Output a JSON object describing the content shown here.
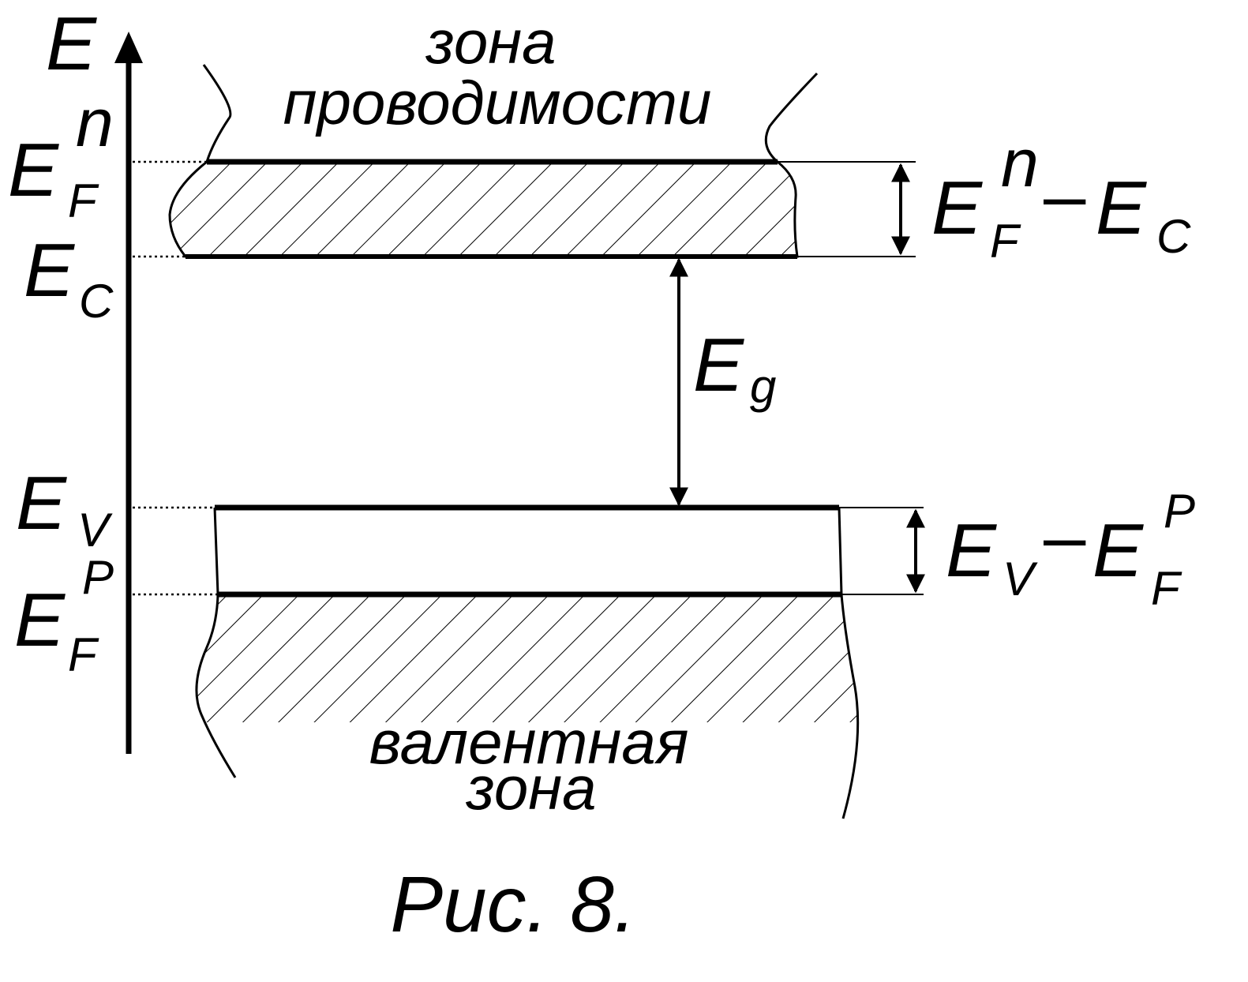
{
  "axis": {
    "label": "E"
  },
  "levels": {
    "fermi_n": {
      "main": "E",
      "sub": "F",
      "sup": "n"
    },
    "conduction_edge": {
      "main": "E",
      "sub": "C"
    },
    "valence_edge": {
      "main": "E",
      "sub": "V"
    },
    "fermi_p": {
      "main": "E",
      "sub": "F",
      "sup": "P"
    }
  },
  "zones": {
    "conduction_line1": "зона",
    "conduction_line2": "проводимости",
    "valence_line1": "валентная",
    "valence_line2": "зона"
  },
  "gap": {
    "main": "E",
    "sub": "g"
  },
  "right_labels": {
    "upper": {
      "a_main": "E",
      "a_sub": "F",
      "a_sup": "n",
      "minus": "–",
      "b_main": "E",
      "b_sub": "C"
    },
    "lower": {
      "a_main": "E",
      "a_sub": "V",
      "minus": "–",
      "b_main": "E",
      "b_sub": "F",
      "b_sup": "P"
    }
  },
  "caption": "Рис. 8."
}
